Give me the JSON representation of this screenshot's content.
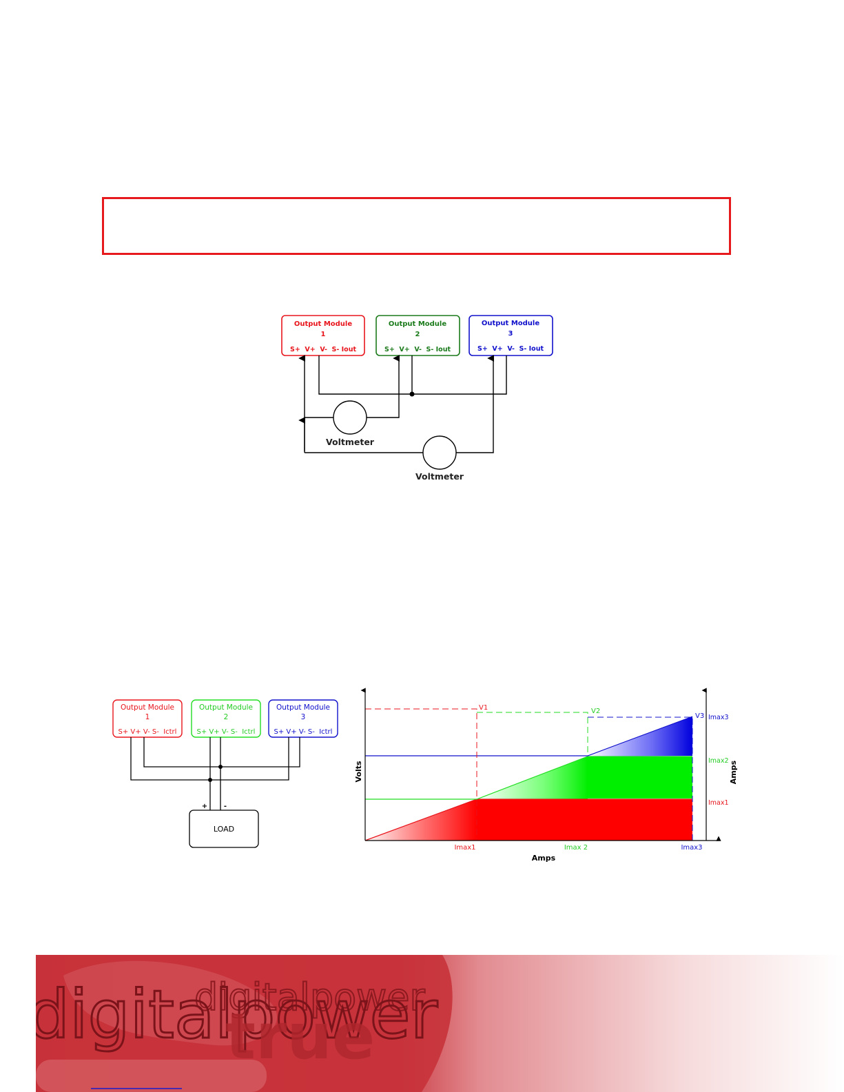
{
  "colors": {
    "module1": "#e8141b",
    "module2_dark": "#1a7a1a",
    "module2_light": "#22dd22",
    "module3": "#1010cc",
    "banner_red": "#c8323a",
    "notice_border": "#e6191c"
  },
  "diagram_top": {
    "modules": [
      {
        "title": "Output Module",
        "number": "1",
        "terminals": "S+  V+  V-  S- Iout"
      },
      {
        "title": "Output Module",
        "number": "2",
        "terminals": "S+  V+  V-  S- Iout"
      },
      {
        "title": "Output Module",
        "number": "3",
        "terminals": "S+  V+  V-  S- Iout"
      }
    ],
    "meters": [
      "Voltmeter",
      "Voltmeter"
    ]
  },
  "diagram_bottom": {
    "modules": [
      {
        "title": "Output Module",
        "number": "1",
        "terminals": "S+ V+ V- S-  Ictrl"
      },
      {
        "title": "Output Module",
        "number": "2",
        "terminals": "S+ V+ V- S-  Ictrl"
      },
      {
        "title": "Output Module",
        "number": "3",
        "terminals": "S+ V+ V- S-  Ictrl"
      }
    ],
    "load_label": "LOAD",
    "plus": "+",
    "minus": "-"
  },
  "graph": {
    "y_label": "Volts",
    "x_label": "Amps",
    "right_label": "Amps",
    "x_ticks": [
      "Imax1",
      "Imax 2",
      "Imax3"
    ],
    "voltage_marks": [
      "V1",
      "V2",
      "V3"
    ],
    "right_ticks": [
      "Imax3",
      "Imax2",
      "Imax1"
    ]
  },
  "footer": {
    "logo_text": "digitalpower",
    "logo_text_large": "digitalpower",
    "logo_sub": "true"
  }
}
